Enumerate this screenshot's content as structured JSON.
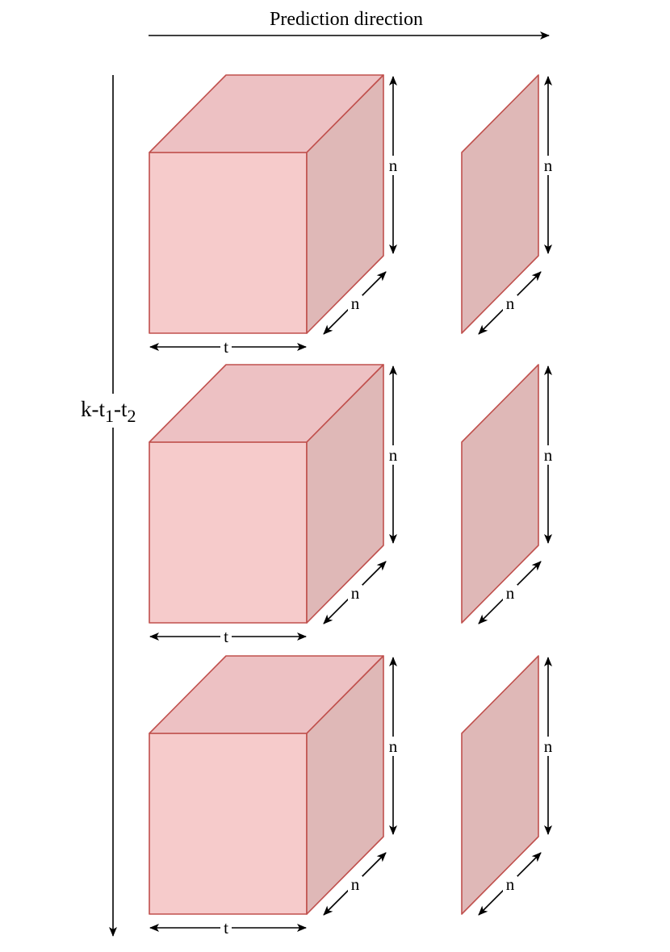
{
  "title": "Prediction direction",
  "side_label": {
    "k": "k",
    "t1_base": "t",
    "t1_sub": "1",
    "t2_base": "t",
    "t2_sub": "2",
    "dash": "-"
  },
  "colors": {
    "front": "#F6CBCB",
    "top": "#EDC1C3",
    "side": "#DFB8B7",
    "stroke": "#C0504D",
    "arrow": "#000000"
  },
  "groups": [
    {
      "cube": {
        "width_label": "t",
        "height_label": "n",
        "depth_label": "n"
      },
      "slice": {
        "height_label": "n",
        "depth_label": "n"
      }
    },
    {
      "cube": {
        "width_label": "t",
        "height_label": "n",
        "depth_label": "n"
      },
      "slice": {
        "height_label": "n",
        "depth_label": "n"
      }
    },
    {
      "cube": {
        "width_label": "t",
        "height_label": "n",
        "depth_label": "n"
      },
      "slice": {
        "height_label": "n",
        "depth_label": "n"
      }
    }
  ]
}
